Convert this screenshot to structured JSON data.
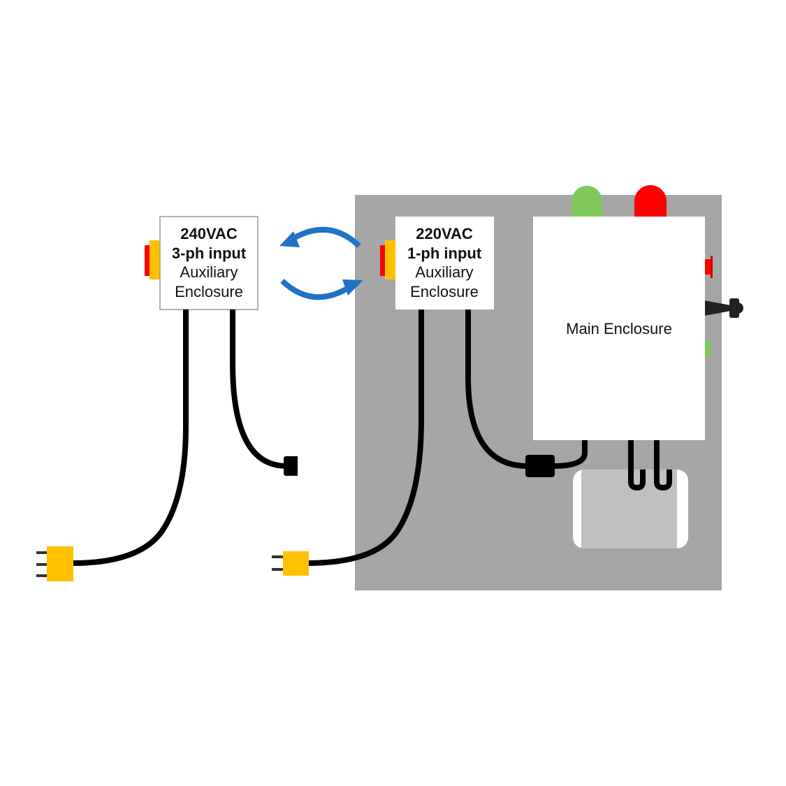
{
  "aux_3ph": {
    "voltage": "240VAC",
    "phase": "3-ph input",
    "line1": "Auxiliary",
    "line2": "Enclosure"
  },
  "aux_1ph": {
    "voltage": "220VAC",
    "phase": "1-ph input",
    "line1": "Auxiliary",
    "line2": "Enclosure"
  },
  "main": {
    "label": "Main Enclosure"
  },
  "colors": {
    "panel": "#a6a6a6",
    "plug": "#ffc000",
    "stop_red": "#ff0000",
    "lamp_green": "#7ec85c",
    "swap_arrow": "#1f72c4",
    "cable": "#000000",
    "reservoir": "#c0c0c0"
  }
}
